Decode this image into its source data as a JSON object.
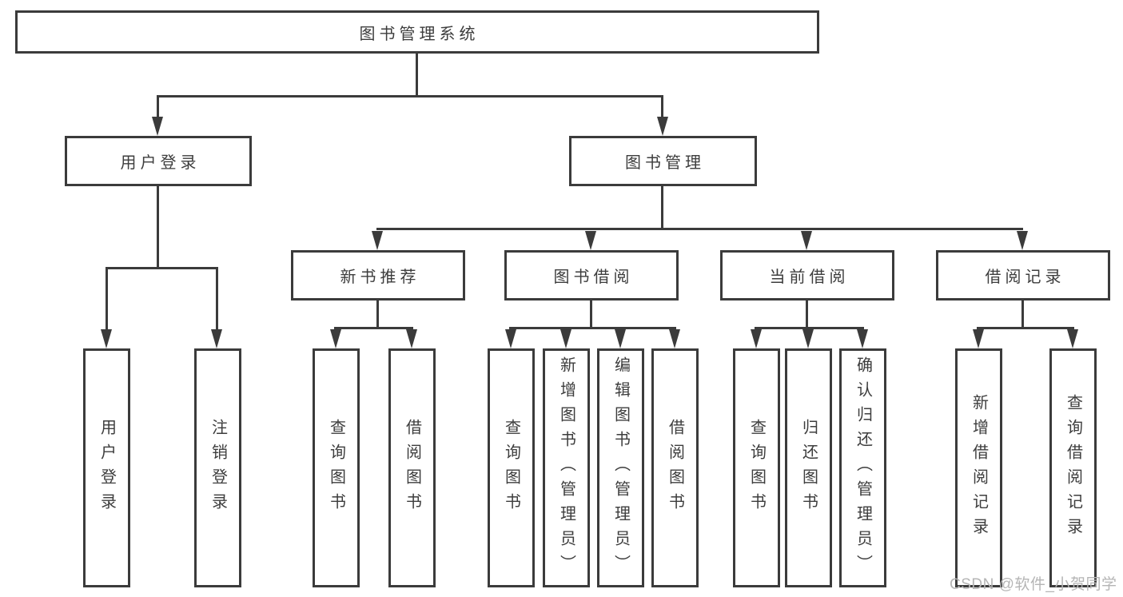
{
  "tree": {
    "root": "图书管理系统",
    "children": [
      {
        "label": "用户登录",
        "children": [
          "用户登录",
          "注销登录"
        ]
      },
      {
        "label": "图书管理",
        "children": [
          {
            "label": "新书推荐",
            "children": [
              "查询图书",
              "借阅图书"
            ]
          },
          {
            "label": "图书借阅",
            "children": [
              "查询图书",
              "新增图书（管理员）",
              "编辑图书（管理员）",
              "借阅图书"
            ]
          },
          {
            "label": "当前借阅",
            "children": [
              "查询图书",
              "归还图书",
              "确认归还（管理员）"
            ]
          },
          {
            "label": "借阅记录",
            "children": [
              "新增借阅记录",
              "查询借阅记录"
            ]
          }
        ]
      }
    ]
  },
  "watermark": {
    "text": "CSDN @软件_小贺同学"
  },
  "colors": {
    "line": "#3b3b3b",
    "text": "#3d3d3d",
    "watermark": "#b5b5b5",
    "background": "#ffffff"
  }
}
